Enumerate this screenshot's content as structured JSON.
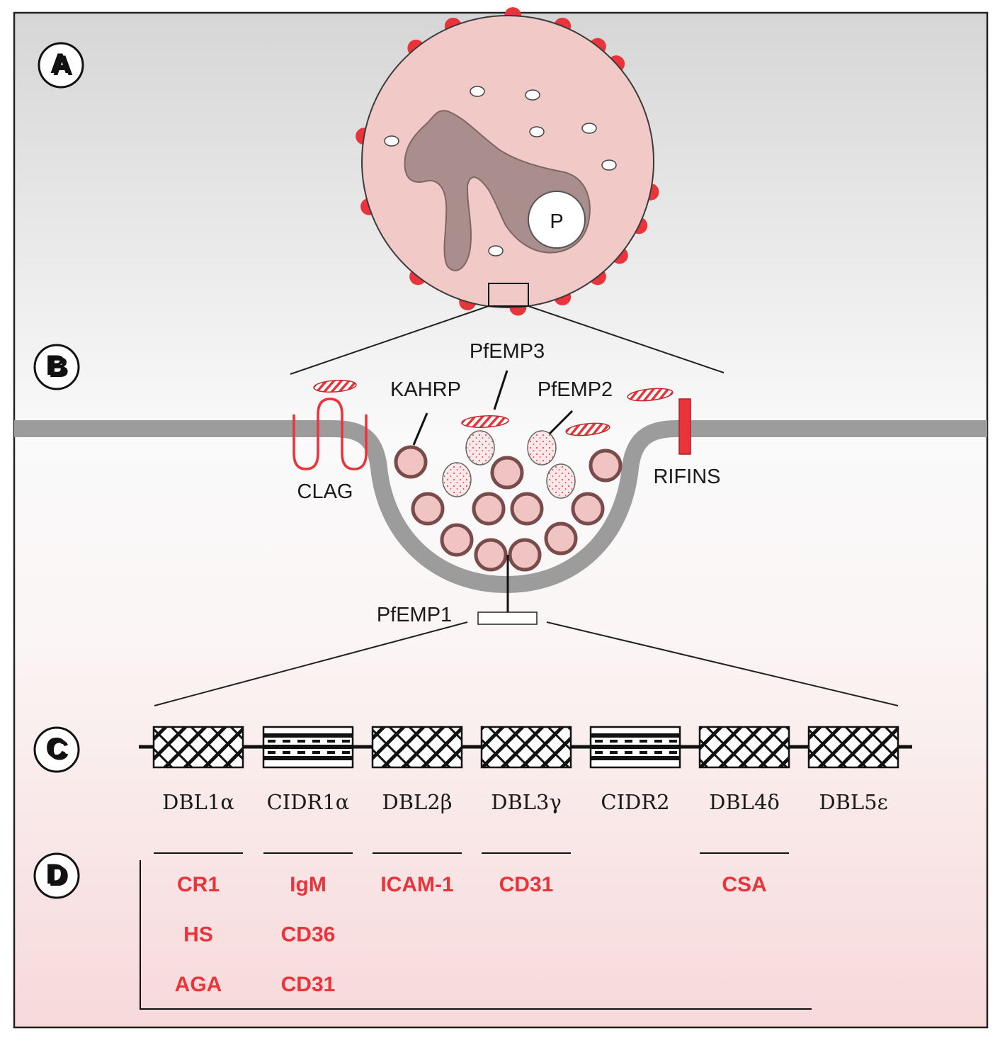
{
  "panels": {
    "a": "A",
    "b": "B",
    "c": "C",
    "d": "D"
  },
  "cell": {
    "parasite_label": "P"
  },
  "membrane_labels": {
    "pfemp3": "PfEMP3",
    "kahrp": "KAHRP",
    "pfemp2": "PfEMP2",
    "clag": "CLAG",
    "rifins": "RIFINS",
    "pfemp1": "PfEMP1"
  },
  "domains": [
    {
      "label": "DBL1α",
      "pattern": "dbl"
    },
    {
      "label": "CIDR1α",
      "pattern": "cidr"
    },
    {
      "label": "DBL2β",
      "pattern": "dbl"
    },
    {
      "label": "DBL3γ",
      "pattern": "dbl"
    },
    {
      "label": "CIDR2",
      "pattern": "cidr"
    },
    {
      "label": "DBL4δ",
      "pattern": "dbl"
    },
    {
      "label": "DBL5ε",
      "pattern": "dbl"
    }
  ],
  "receptors": [
    {
      "domain": "DBL1α",
      "ligands": [
        "CR1",
        "HS",
        "AGA"
      ]
    },
    {
      "domain": "CIDR1α",
      "ligands": [
        "IgM",
        "CD36",
        "CD31"
      ]
    },
    {
      "domain": "DBL2β",
      "ligands": [
        "ICAM-1"
      ]
    },
    {
      "domain": "DBL3γ",
      "ligands": [
        "CD31"
      ]
    },
    {
      "domain": "DBL4δ",
      "ligands": [
        "CSA"
      ]
    }
  ],
  "colors": {
    "accent_red": "#e8343a",
    "cell_fill": "#f1c9c7",
    "parasite_fill": "#a98e8d",
    "membrane_gray": "#9c9c9c",
    "knob_ring": "#7a4b4b"
  }
}
